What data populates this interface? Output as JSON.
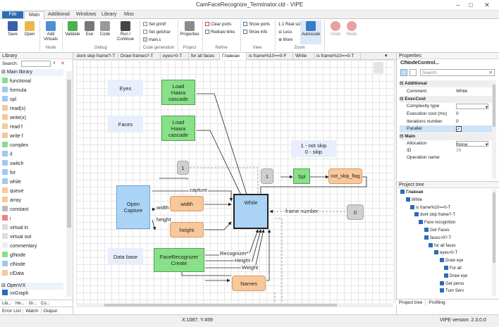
{
  "window": {
    "title": "CamFaceRecognize_Terminator.cld - VIPE"
  },
  "ribbon_tabs": [
    "Main",
    "Additional",
    "Windows",
    "Library",
    "Misc"
  ],
  "file_tab": "File",
  "ribbon": {
    "save": "Save",
    "open": "Open",
    "add_virtuals": "Add\nVirtuals",
    "node_group": "Node",
    "validate": "Validate",
    "exe": "Exe",
    "code": "Code",
    "run_continue": "Run /\nContinue",
    "debug_group": "Debug",
    "set_printf": "Set printf",
    "set_getchar": "Set getchar",
    "main_c": "main.c",
    "code_gen_group": "Code generation",
    "properties": "Properties",
    "project_group": "Project",
    "clear_ports": "Clear ports",
    "redraw_links": "Redraw links",
    "refine_group": "Refine",
    "show_ports": "Show ports",
    "show_info": "Show info",
    "view_group": "View",
    "real_size": "1:1 Real size",
    "less": "Less",
    "more": "More",
    "autoscale": "Autoscale",
    "zoom_group": "Zoom",
    "undo": "Undo",
    "redo": "Redo"
  },
  "library": {
    "title": "Library",
    "search_label": "Search:",
    "main_group": "Main library",
    "items": [
      "functional",
      "formula",
      "spl",
      "read(x)",
      "write(x)",
      "read f",
      "write f",
      "complex",
      "if",
      "switch",
      "for",
      "while",
      "queue",
      "array",
      "constant",
      "i",
      "virtual in",
      "virtual out",
      "commentary",
      "glNode",
      "clNode",
      "clData"
    ],
    "openvx_group": "OpenVX",
    "openvx_items": [
      "vxGraph"
    ],
    "bottom_tabs": [
      "Lib...",
      "He...",
      "Gr...",
      "Co..."
    ],
    "bottom_tabs2": [
      "Error List",
      "Watch",
      "Output"
    ]
  },
  "doc_tabs": [
    "dont skip frame?-T",
    "Draw frames?-T",
    "eyes>0-T",
    "for all faces",
    "Главная",
    "is frame%10==0-F",
    "While",
    "is frame%10==0-T"
  ],
  "canvas": {
    "eyes": "Eyes",
    "faces": "Faces",
    "data_base": "Data base",
    "load1": "Load\nHaara\ncascade",
    "load2": "Load\nHaara\ncascade",
    "open_capture": "Open\nCapture",
    "width": "width",
    "height": "height",
    "while": "While",
    "spl": "Spl",
    "flag": "not_skip_flag",
    "comment": "1 - not skip\n0 - skip",
    "const1": "1",
    "const2": "1",
    "const0": "0",
    "recognizer": "FaceRecognizer\nCreate",
    "names": "Names",
    "lbl_capture": "capture",
    "lbl_width": "width",
    "lbl_height": "height",
    "lbl_frame": "frame number",
    "lbl_recog": "Recognizer*",
    "lbl_height2": "Height",
    "lbl_weight": "Weight"
  },
  "properties": {
    "title": "Properties",
    "object": "ClNodeControl...",
    "search_placeholder": "Search",
    "sec_additional": "Additional",
    "comment_k": "Comment",
    "comment_v": "While",
    "sec_execcost": "ExecCost",
    "complexity_k": "Complexity type",
    "complexity_v": "",
    "exec_time_k": "Execution cost (ms)",
    "exec_time_v": "0",
    "iterations_k": "Iterations number",
    "iterations_v": "0",
    "parallel_k": "Parallel",
    "sec_main": "Main",
    "allocation_k": "Allocation",
    "allocation_v": "None",
    "id_k": "ID",
    "id_v": "28",
    "opname_k": "Operation name"
  },
  "project_tree": {
    "title": "Project tree",
    "items": [
      "Главная",
      "While",
      "is frame%10==0-T",
      "dont skip frame?-T",
      "Face  recognition",
      "Get Faces",
      "faces>0?-T",
      "for all faces",
      "eyes>0-T",
      "Draw eye",
      "For all",
      "Draw eye",
      "Get perso",
      "Turn Serv"
    ],
    "tabs": [
      "Project tree",
      "Profiling"
    ]
  },
  "status": {
    "coords": "X:1087; Y:459",
    "version": "VIPE version: 2.3.0.0"
  }
}
